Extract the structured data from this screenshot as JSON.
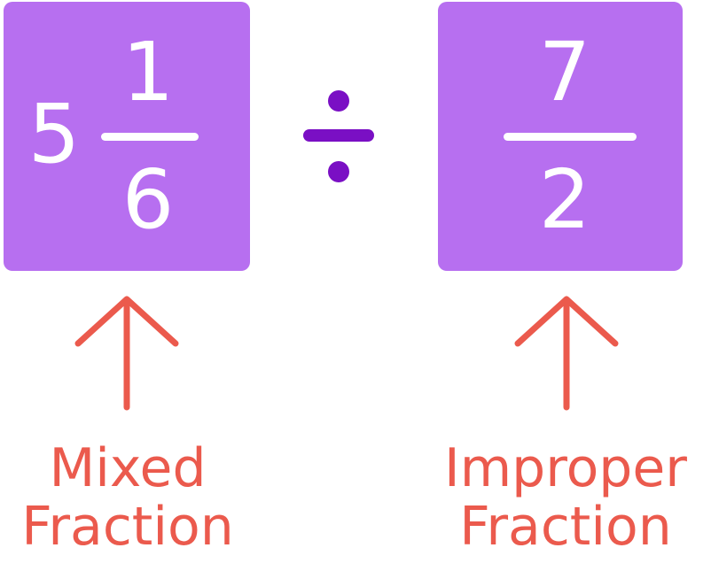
{
  "mixed_fraction": {
    "whole": "5",
    "numerator": "1",
    "denominator": "6",
    "caption_line1": "Mixed",
    "caption_line2": "Fraction"
  },
  "operator": {
    "icon": "divide-icon",
    "color": "#7a0fc4"
  },
  "improper_fraction": {
    "numerator": "7",
    "denominator": "2",
    "caption_line1": "Improper",
    "caption_line2": "Fraction"
  },
  "colors": {
    "card": "#b76ff0",
    "digits": "#ffffff",
    "arrow_and_caption": "#eb5a4d"
  }
}
